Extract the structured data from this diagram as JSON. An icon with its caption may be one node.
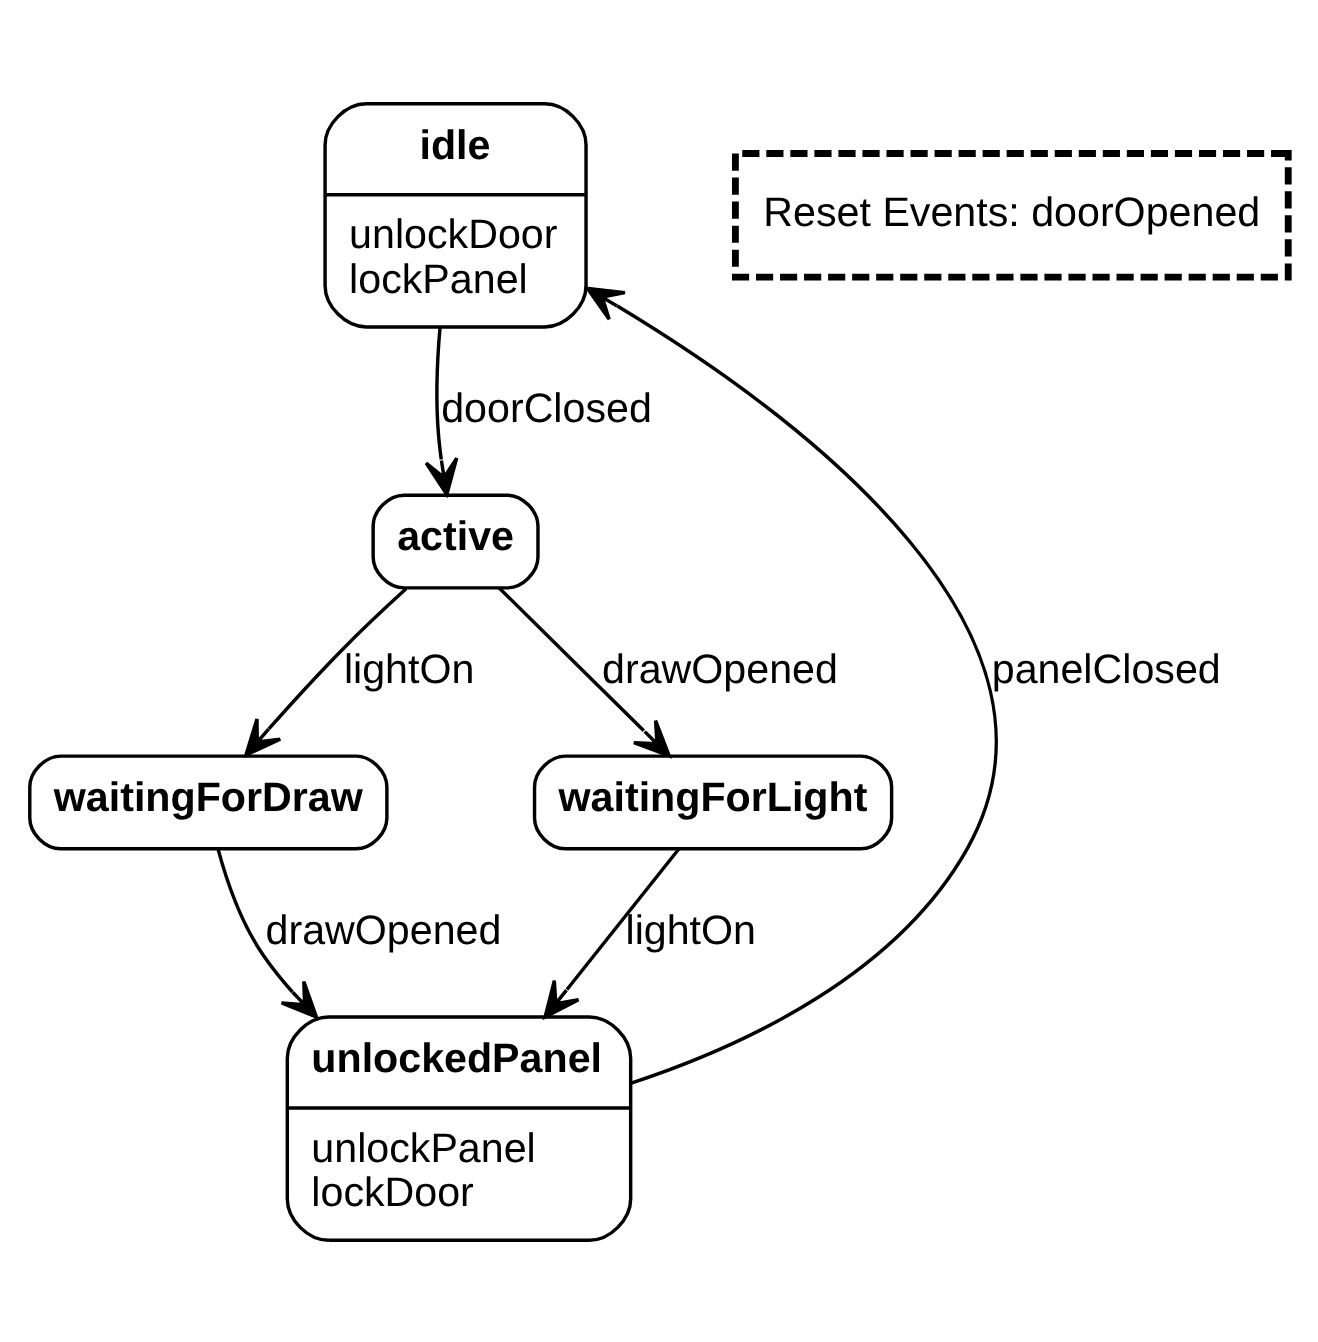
{
  "diagram": {
    "nodes": [
      {
        "text": [
          "idle",
          "unlockDoor lockPanel"
        ]
      },
      {
        "text": [
          "active"
        ]
      },
      {
        "text": [
          "waitingForDraw"
        ]
      },
      {
        "text": [
          "waitingForLight"
        ]
      },
      {
        "text": [
          "unlockedPanel",
          "unlockPanel lockDoor"
        ]
      },
      {
        "text": [
          "Reset Events: doorOpened"
        ]
      }
    ],
    "edges": [
      {
        "from": 0,
        "to": 1,
        "arrow": "to",
        "label": "doorClosed"
      },
      {
        "from": 1,
        "to": 2,
        "arrow": "to",
        "label": "lightOn"
      },
      {
        "from": 1,
        "to": 3,
        "arrow": "to",
        "label": "drawOpened"
      },
      {
        "from": 2,
        "to": 4,
        "arrow": "to",
        "label": "drawOpened"
      },
      {
        "from": 3,
        "to": 4,
        "arrow": "to",
        "label": "lightOn"
      },
      {
        "from": 4,
        "to": 0,
        "arrow": "to",
        "label": "panelClosed"
      }
    ]
  }
}
